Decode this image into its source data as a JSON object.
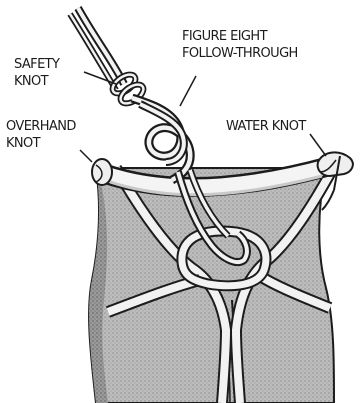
{
  "labels": {
    "safety_knot": [
      "SAFETY",
      "KNOT"
    ],
    "figure_eight": [
      "FIGURE EIGHT",
      "FOLLOW-THROUGH"
    ],
    "overhand_knot": [
      "OVERHAND",
      "KNOT"
    ],
    "water_knot": [
      "WATER KNOT"
    ]
  }
}
